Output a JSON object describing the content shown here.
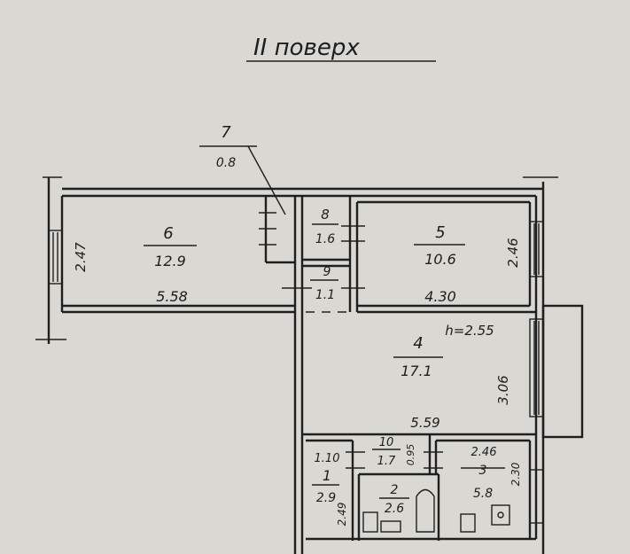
{
  "title": "II поверх",
  "colors": {
    "paper": "#d9d8d3",
    "ink": "#1f1f1f"
  },
  "rooms": [
    {
      "id": "6",
      "number": "6",
      "area": "12.9",
      "dims": [
        "5.58",
        "2.47"
      ]
    },
    {
      "id": "7",
      "number": "7",
      "area": "0.8",
      "dims": []
    },
    {
      "id": "8",
      "number": "8",
      "area": "1.6",
      "dims": []
    },
    {
      "id": "9",
      "number": "9",
      "area": "1.1",
      "dims": []
    },
    {
      "id": "5",
      "number": "5",
      "area": "10.6",
      "dims": [
        "4.30",
        "2.46"
      ]
    },
    {
      "id": "4",
      "number": "4",
      "area": "17.1",
      "dims": [
        "5.59",
        "3.06"
      ]
    },
    {
      "id": "1",
      "number": "1",
      "area": "2.9",
      "dims": [
        "1.10",
        "2.49"
      ]
    },
    {
      "id": "10",
      "number": "10",
      "area": "1.7",
      "dims": [
        "0.95"
      ]
    },
    {
      "id": "2",
      "number": "2",
      "area": "2.6",
      "dims": []
    },
    {
      "id": "3",
      "number": "3",
      "area": "5.8",
      "dims": [
        "2.46",
        "2.30"
      ]
    }
  ],
  "height_label": "h=2.55"
}
